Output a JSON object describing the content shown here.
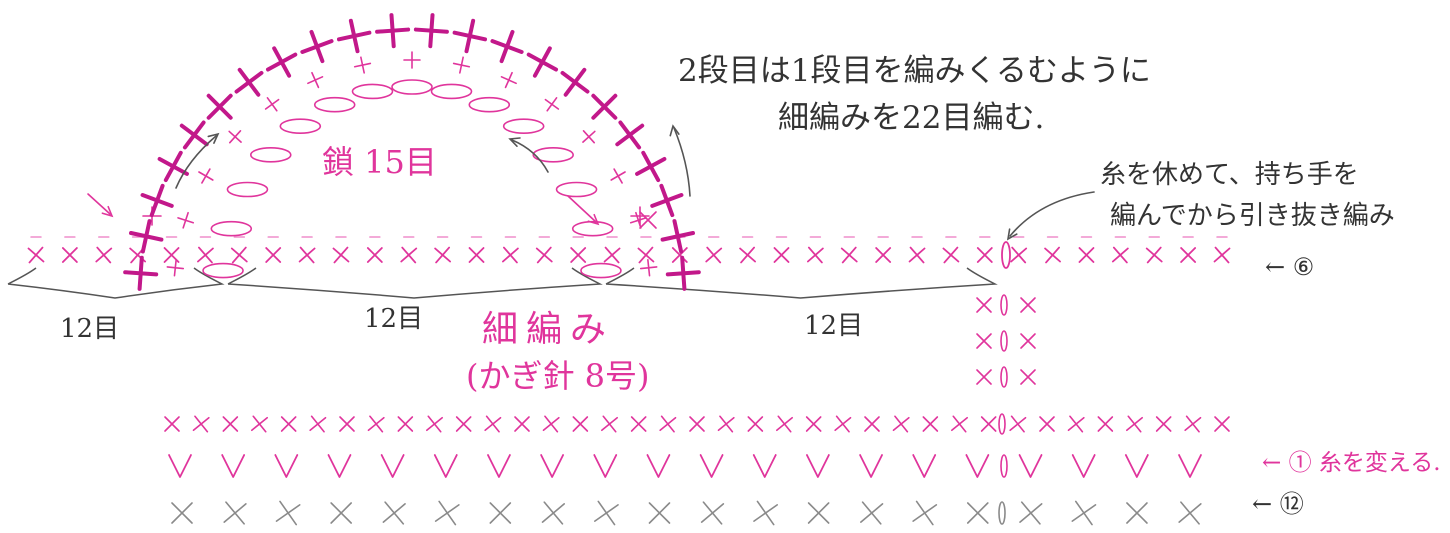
{
  "colors": {
    "pink": "#e0359c",
    "magenta": "#c2188a",
    "pink_light": "#ef8ecb",
    "pencil": "#555555",
    "gray": "#8a8a8a"
  },
  "notes": {
    "round2_line1": "2段目は1段目を編みくるむように",
    "round2_line2": "細編みを22目編む.",
    "chain_label": "鎖 15目",
    "rest_line1": "糸を休めて、持ち手を",
    "rest_line2": "編んでから引き抜き編み",
    "count_left": "12目",
    "count_mid": "12目",
    "count_right": "12目",
    "stitch_label": "細編み",
    "hook_label": "(かぎ針 8号)",
    "row6_marker": "← ⑥",
    "row1_marker": "← ① 糸を変える.",
    "row12_marker": "← ⑫"
  },
  "rows": {
    "row6_count": 36,
    "handle_round1_count": 15,
    "handle_round2_count": 22,
    "side_column_rows": 3
  }
}
